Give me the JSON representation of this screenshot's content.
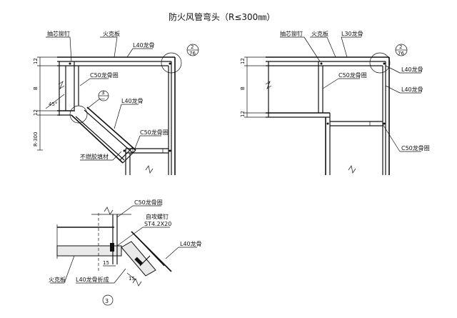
{
  "title": "防火风管弯头（R≤300㎜）",
  "left_view": {
    "labels": {
      "rivet": "抽芯铆钉",
      "fire_board": "火克板",
      "l40_top": "L40龙骨",
      "c50_a": "C50龙骨圈",
      "l40_b": "L40龙骨",
      "c50_b": "C50龙骨圈",
      "sealant": "不燃胶填材"
    },
    "dims": {
      "d12a": "12",
      "dB": "B",
      "d12b": "12",
      "d45": "45°",
      "dR": "R-300"
    },
    "callouts": [
      {
        "num": "2",
        "sub": "76"
      },
      {
        "num": "3",
        "sub": "—"
      }
    ]
  },
  "right_view": {
    "labels": {
      "rivet": "抽芯铆钉",
      "fire_board": "火克板",
      "l30": "L30龙骨",
      "c50_a": "C50龙骨圈",
      "l40_a": "L40龙骨",
      "l40_b": "L40龙骨",
      "c50_b": "C50龙骨圈"
    },
    "dims": {
      "d12a": "12",
      "dB": "B",
      "d12b": "12"
    },
    "callouts": [
      {
        "num": "2",
        "sub": "76"
      }
    ]
  },
  "detail_view": {
    "labels": {
      "c50": "C50龙骨圈",
      "screw": "自攻螺钉",
      "screw_spec": "ST4.2X20",
      "l40": "L40龙骨",
      "fire_board": "火克板",
      "l40_fold": "L40龙骨折成"
    },
    "dims": {
      "d15a": "15",
      "d15b": "15"
    },
    "number": "3"
  }
}
